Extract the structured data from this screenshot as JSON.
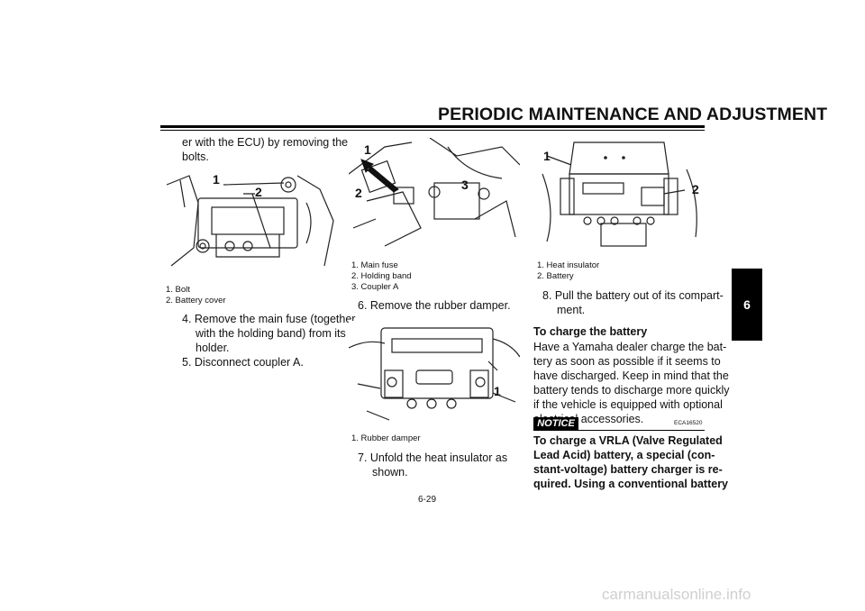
{
  "header": {
    "title": "PERIODIC MAINTENANCE AND ADJUSTMENT"
  },
  "chapter_tab": "6",
  "page_number": "6-29",
  "watermark": "carmanualsonline.info",
  "col1": {
    "intro_line1": "er with the ECU) by removing the",
    "intro_line2": "bolts.",
    "fig_callouts": [
      "1",
      "2"
    ],
    "caption": [
      "1. Bolt",
      "2. Battery cover"
    ],
    "step4_line1": "4. Remove the main fuse (together",
    "step4_line2": "with the holding band) from its",
    "step4_line3": "holder.",
    "step5": "5. Disconnect coupler A."
  },
  "col2": {
    "fig1_callouts": [
      "1",
      "2",
      "3"
    ],
    "fig1_caption": [
      "1. Main fuse",
      "2. Holding band",
      "3. Coupler A"
    ],
    "step6": "6. Remove the rubber damper.",
    "fig2_callouts": [
      "1"
    ],
    "fig2_caption": [
      "1. Rubber damper"
    ],
    "step7_line1": "7. Unfold the heat insulator as",
    "step7_line2": "shown."
  },
  "col3": {
    "fig_callouts": [
      "1",
      "2"
    ],
    "caption": [
      "1. Heat insulator",
      "2. Battery"
    ],
    "step8_line1": "8. Pull the battery out of its compart-",
    "step8_line2": "ment.",
    "subhead": "To charge the battery",
    "para": [
      "Have a Yamaha dealer charge the bat-",
      "tery as soon as possible if it seems to",
      "have discharged. Keep in mind that the",
      "battery tends to discharge more quickly",
      "if the vehicle is equipped with optional",
      "electrical accessories."
    ],
    "notice_label": "NOTICE",
    "notice_code": "ECA16520",
    "notice_text": [
      "To charge a VRLA (Valve Regulated",
      "Lead Acid) battery, a special (con-",
      "stant-voltage) battery charger is re-",
      "quired. Using a conventional battery"
    ]
  }
}
